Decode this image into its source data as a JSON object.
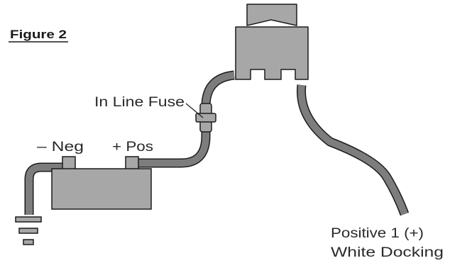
{
  "figure": {
    "title": "Figure 2"
  },
  "labels": {
    "fuse": "In Line Fuse",
    "negative": "– Neg",
    "positive": "+ Pos",
    "output_line1": "Positive 1 (+)",
    "output_line2": "White Docking"
  },
  "icons": [
    "battery-icon",
    "ground-symbol-icon",
    "in-line-fuse-icon",
    "rocker-switch-icon"
  ],
  "colors": {
    "component_fill": "#a7a7a7",
    "wire_fill": "#7d7d7d",
    "outline": "#1c1c1c",
    "background": "#ffffff"
  }
}
